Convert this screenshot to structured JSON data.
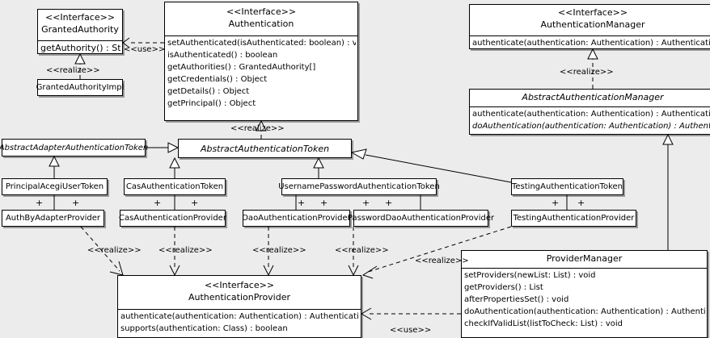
{
  "diagram": {
    "type": "uml-class-diagram",
    "background": "#ececec",
    "box_fill": "#ffffff",
    "line_color": "#000000"
  },
  "stereotypes": {
    "interface": "<<Interface>>",
    "realize": "<<realize>>",
    "use": "<<use>>",
    "plus": "+"
  },
  "classes": {
    "granted_authority": {
      "stereotype": "<<Interface>>",
      "name": "GrantedAuthority",
      "operations": [
        "getAuthority() : String"
      ]
    },
    "granted_authority_impl": {
      "name": "GrantedAuthorityImpl",
      "operations": []
    },
    "authentication": {
      "stereotype": "<<Interface>>",
      "name": "Authentication",
      "operations": [
        "setAuthenticated(isAuthenticated: boolean) : void",
        "isAuthenticated() : boolean",
        "getAuthorities() : GrantedAuthority[]",
        "getCredentials() : Object",
        "getDetails() : Object",
        "getPrincipal() : Object"
      ]
    },
    "authentication_manager": {
      "stereotype": "<<Interface>>",
      "name": "AuthenticationManager",
      "operations": [
        "authenticate(authentication: Authentication) : Authentication"
      ]
    },
    "abstract_authentication_manager": {
      "name": "AbstractAuthenticationManager",
      "abstract": true,
      "operations": [
        "authenticate(authentication: Authentication) : Authentication",
        "doAuthentication(authentication: Authentication) : Authentication"
      ],
      "abstract_operations": [
        false,
        true
      ]
    },
    "abstract_adapter_authentication_token": {
      "name": "AbstractAdapterAuthenticationToken",
      "abstract": true,
      "operations": []
    },
    "abstract_authentication_token": {
      "name": "AbstractAuthenticationToken",
      "abstract": true,
      "operations": []
    },
    "principal_acegi_user_token": {
      "name": "PrincipalAcegiUserToken",
      "operations": []
    },
    "cas_authentication_token": {
      "name": "CasAuthenticationToken",
      "operations": []
    },
    "username_password_authentication_token": {
      "name": "UsernamePasswordAuthenticationToken",
      "operations": []
    },
    "testing_authentication_token": {
      "name": "TestingAuthenticationToken",
      "operations": []
    },
    "auth_by_adapter_provider": {
      "name": "AuthByAdapterProvider",
      "operations": []
    },
    "cas_authentication_provider": {
      "name": "CasAuthenticationProvider",
      "operations": []
    },
    "dao_authentication_provider": {
      "name": "DaoAuthenticationProvider",
      "operations": []
    },
    "password_dao_authentication_provider": {
      "name": "PasswordDaoAuthenticationProvider",
      "operations": []
    },
    "testing_authentication_provider": {
      "name": "TestingAuthenticationProvider",
      "operations": []
    },
    "authentication_provider": {
      "stereotype": "<<Interface>>",
      "name": "AuthenticationProvider",
      "operations": [
        "authenticate(authentication: Authentication) : Authentication",
        "supports(authentication: Class) : boolean"
      ]
    },
    "provider_manager": {
      "name": "ProviderManager",
      "operations": [
        "setProviders(newList: List) : void",
        "getProviders() : List",
        "afterPropertiesSet() : void",
        "doAuthentication(authentication: Authentication) : Authentication",
        "checkIfValidList(listToCheck: List) : void"
      ]
    }
  },
  "relationship_labels": {
    "use_authentication_granted_authority": "<<use>>",
    "realize_granted_authority_impl": "<<realize>>",
    "realize_abstract_auth_token": "<<realize>>",
    "realize_abstract_auth_manager": "<<realize>>",
    "realize_auth_by_adapter": "<<realize>>",
    "realize_cas_provider": "<<realize>>",
    "realize_dao_provider": "<<realize>>",
    "realize_password_dao_provider": "<<realize>>",
    "realize_provider_manager": "<<realize>>",
    "use_provider_manager": "<<use>>"
  }
}
